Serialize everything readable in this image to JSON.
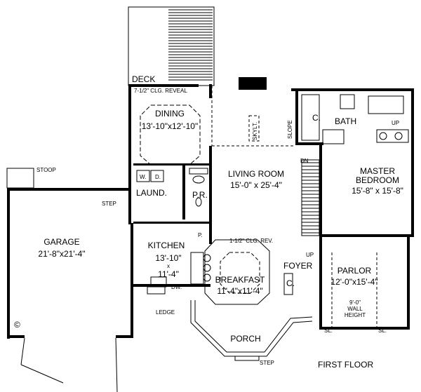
{
  "title": "FIRST FLOOR",
  "rooms": {
    "deck": "DECK",
    "dining": {
      "name": "DINING",
      "size": "13'-10\"x12'-10\"",
      "note": "7-1/2\" CLG. REVEAL"
    },
    "living": {
      "name": "LIVING ROOM",
      "size": "15'-0\" x 25'-4\"",
      "skylight": "SKYLT.",
      "slope": "SLOPE"
    },
    "master": {
      "name1": "MASTER",
      "name2": "BEDROOM",
      "size": "15'-8\" x 15'-8\""
    },
    "bath": {
      "name": "BATH",
      "closet": "C.",
      "up": "UP"
    },
    "laundry": {
      "name": "LAUND.",
      "washer": "W.",
      "dryer": "D."
    },
    "powder": "P.R.",
    "pantry": "P.",
    "garage": {
      "name": "GARAGE",
      "size": "21'-8\"x21'-4\"",
      "stoop": "STOOP",
      "step": "STEP",
      "copyright": "©"
    },
    "kitchen": {
      "name": "KITCHEN",
      "size1": "13'-10\"",
      "size_x": "x",
      "size2": "11'-4\"",
      "dw": "DW.",
      "ledge": "LEDGE"
    },
    "breakfast": {
      "name": "BREAKFAST",
      "size": "11'-4\"x11'-4\"",
      "note": "1-1/2\" CLG. REV."
    },
    "foyer": {
      "name": "FOYER",
      "closet": "C.",
      "up": "UP",
      "dn": "DN"
    },
    "parlor": {
      "name": "PARLOR",
      "size": "12'-0\"x15'-4\"",
      "wall1": "9'-0\"",
      "wall2": "WALL",
      "wall3": "HEIGHT",
      "sl_left": "SL.",
      "sl_right": "SL."
    },
    "porch": {
      "name": "PORCH",
      "step": "STEP"
    }
  }
}
